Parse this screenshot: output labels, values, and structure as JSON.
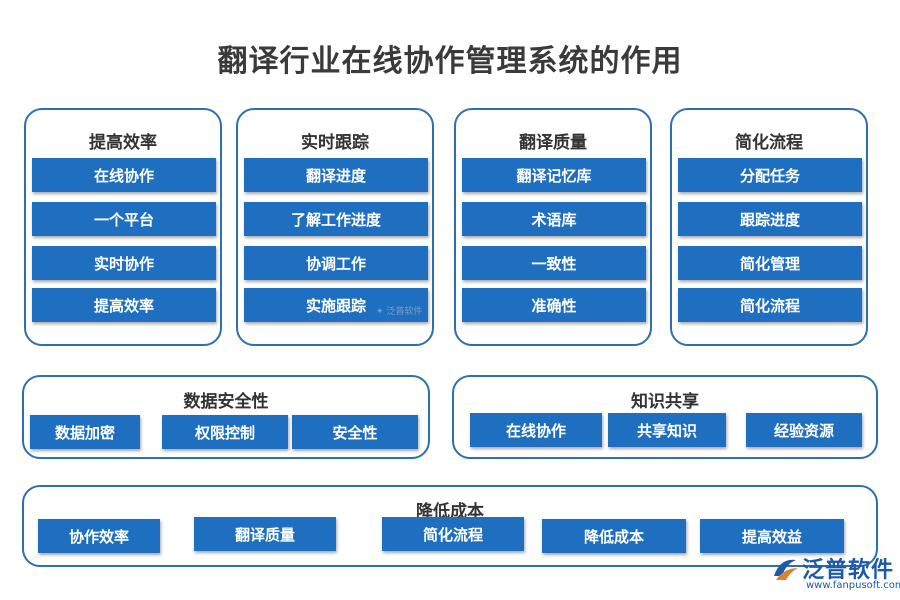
{
  "title": "翻译行业在线协作管理系统的作用",
  "columns": [
    {
      "title": "提高效率",
      "items": [
        "在线协作",
        "一个平台",
        "实时协作",
        "提高效率"
      ]
    },
    {
      "title": "实时跟踪",
      "items": [
        "翻译进度",
        "了解工作进度",
        "协调工作",
        "实施跟踪"
      ]
    },
    {
      "title": "翻译质量",
      "items": [
        "翻译记忆库",
        "术语库",
        "一致性",
        "准确性"
      ]
    },
    {
      "title": "简化流程",
      "items": [
        "分配任务",
        "跟踪进度",
        "简化管理",
        "简化流程"
      ]
    }
  ],
  "data_security": {
    "title": "数据安全性",
    "items": [
      "数据加密",
      "权限控制",
      "安全性"
    ]
  },
  "knowledge_sharing": {
    "title": "知识共享",
    "items": [
      "在线协作",
      "共享知识",
      "经验资源"
    ]
  },
  "cost_reduction": {
    "title": "降低成本",
    "items": [
      "协作效率",
      "翻译质量",
      "简化流程",
      "降低成本",
      "提高效益"
    ]
  },
  "logo": {
    "name": "泛普软件",
    "url": "www.fanpusoft.com",
    "icon": "fanpu-logo-icon"
  },
  "colors": {
    "accent": "#1f6fc1",
    "border": "#2c6fb3"
  }
}
